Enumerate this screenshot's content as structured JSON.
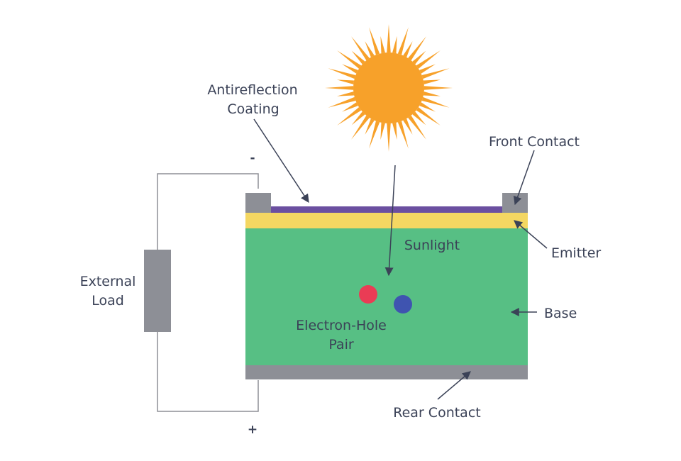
{
  "labels": {
    "antireflection_line1": "Antireflection",
    "antireflection_line2": "Coating",
    "front_contact": "Front Contact",
    "emitter": "Emitter",
    "sunlight": "Sunlight",
    "base": "Base",
    "electron_hole_line1": "Electron-Hole",
    "electron_hole_line2": "Pair",
    "external_load_line1": "External",
    "external_load_line2": "Load",
    "rear_contact": "Rear Contact",
    "minus": "-",
    "plus": "+"
  },
  "colors": {
    "sun": "#f7a12a",
    "antireflection": "#6b4fa0",
    "contact": "#8d8f96",
    "emitter": "#f4d762",
    "base": "#57bf84",
    "electron": "#ea3c55",
    "hole": "#3f54b0",
    "wire": "#8d8f96",
    "text": "#3b4257"
  }
}
